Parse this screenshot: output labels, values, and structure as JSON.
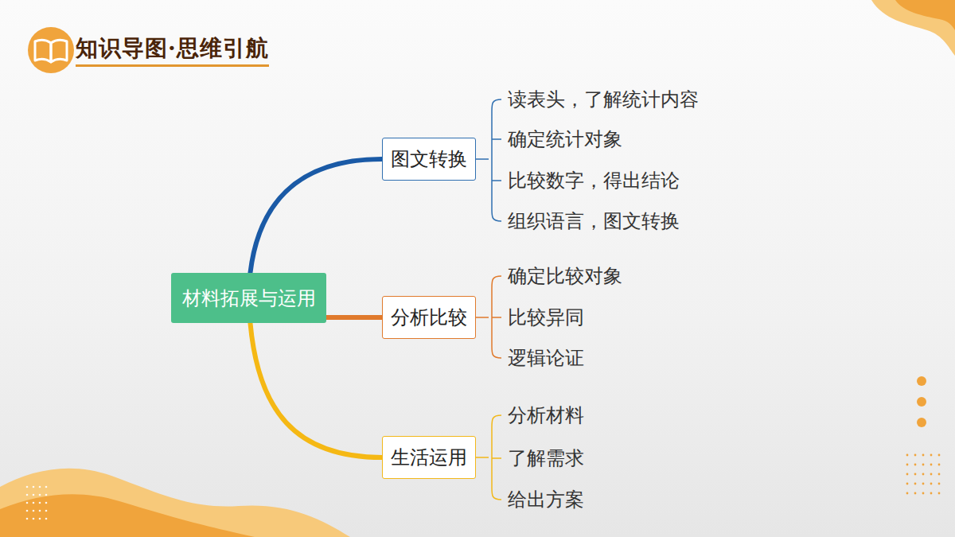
{
  "diagram": {
    "title": "知识导图·思维引航",
    "nodes": [
      {
        "text": [
          "材料拓展与运用"
        ]
      },
      {
        "text": [
          "图文转换"
        ]
      },
      {
        "text": [
          "分析比较"
        ]
      },
      {
        "text": [
          "生活运用"
        ]
      }
    ],
    "edges": [
      {
        "from": 0,
        "to": 1,
        "arrow": "none"
      },
      {
        "from": 0,
        "to": 2,
        "arrow": "none"
      },
      {
        "from": 0,
        "to": 3,
        "arrow": "none"
      }
    ],
    "labels": [
      "读表头，了解统计内容",
      "确定统计对象",
      "比较数字，得出结论",
      "组织语言，图文转换",
      "确定比较对象",
      "比较异同",
      "逻辑论证",
      "分析材料",
      "了解需求",
      "给出方案"
    ]
  }
}
